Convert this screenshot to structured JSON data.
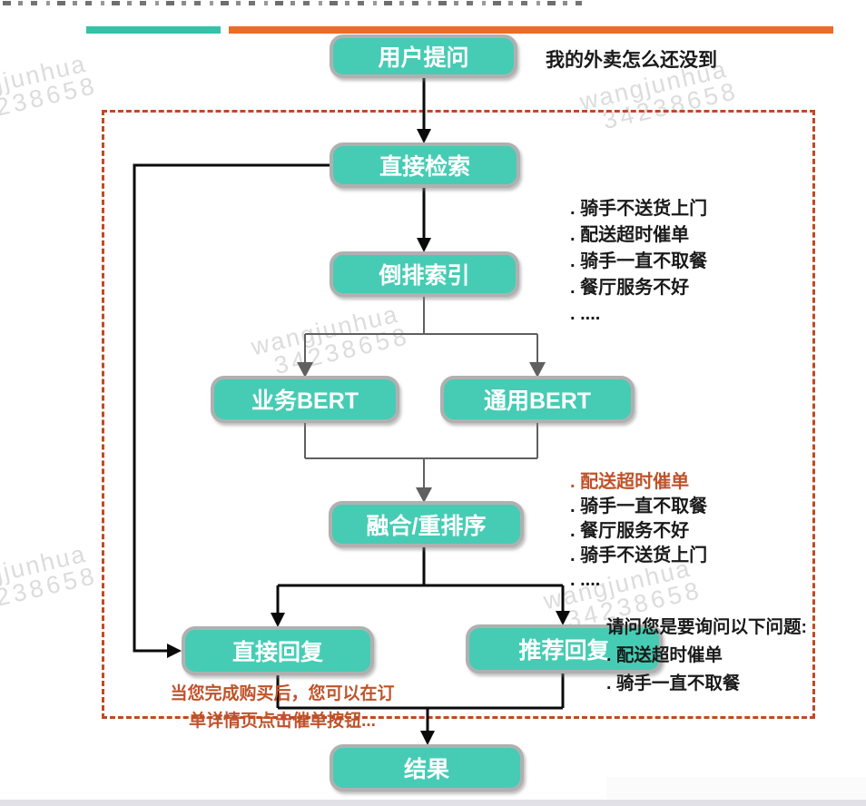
{
  "colors": {
    "node_fill": "#46ccb4",
    "node_border": "#b0b0b0",
    "teal_bar": "#35c2a8",
    "orange_bar": "#ed6b2a",
    "dashed_color": "#bf4a24",
    "accent_text": "#c0522a",
    "line_black": "#0a0a0a",
    "line_gray": "#606060",
    "watermark": "#dcdcdc"
  },
  "watermark": {
    "line1": "wangjunhua",
    "line2": "34238658"
  },
  "nodes": {
    "user_question": "用户提问",
    "direct_search": "直接检索",
    "inverted_index": "倒排索引",
    "business_bert": "业务BERT",
    "general_bert": "通用BERT",
    "fusion_rerank": "融合/重排序",
    "direct_reply": "直接回复",
    "recommend_reply": "推荐回复",
    "result": "结果"
  },
  "query_example": "我的外卖怎么还没到",
  "recall_list": [
    ". 骑手不送货上门",
    ". 配送超时催单",
    ". 骑手一直不取餐",
    ". 餐厅服务不好",
    ". ...."
  ],
  "rerank_list": [
    ". 配送超时催单",
    ". 骑手一直不取餐",
    ". 餐厅服务不好",
    ". 骑手不送货上门",
    ". ...."
  ],
  "direct_reply_note": {
    "line1": "当您完成购买后，您可以在订",
    "line2": "单详情页点击催单按钮..."
  },
  "recommend_note": {
    "title": "请问您是要询问以下问题:",
    "items": [
      ". 配送超时催单",
      ". 骑手一直不取餐"
    ]
  }
}
